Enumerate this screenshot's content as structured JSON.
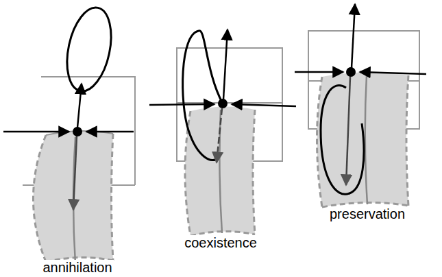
{
  "diagram": {
    "labels": [
      "annihilation",
      "coexistence",
      "preservation"
    ]
  }
}
